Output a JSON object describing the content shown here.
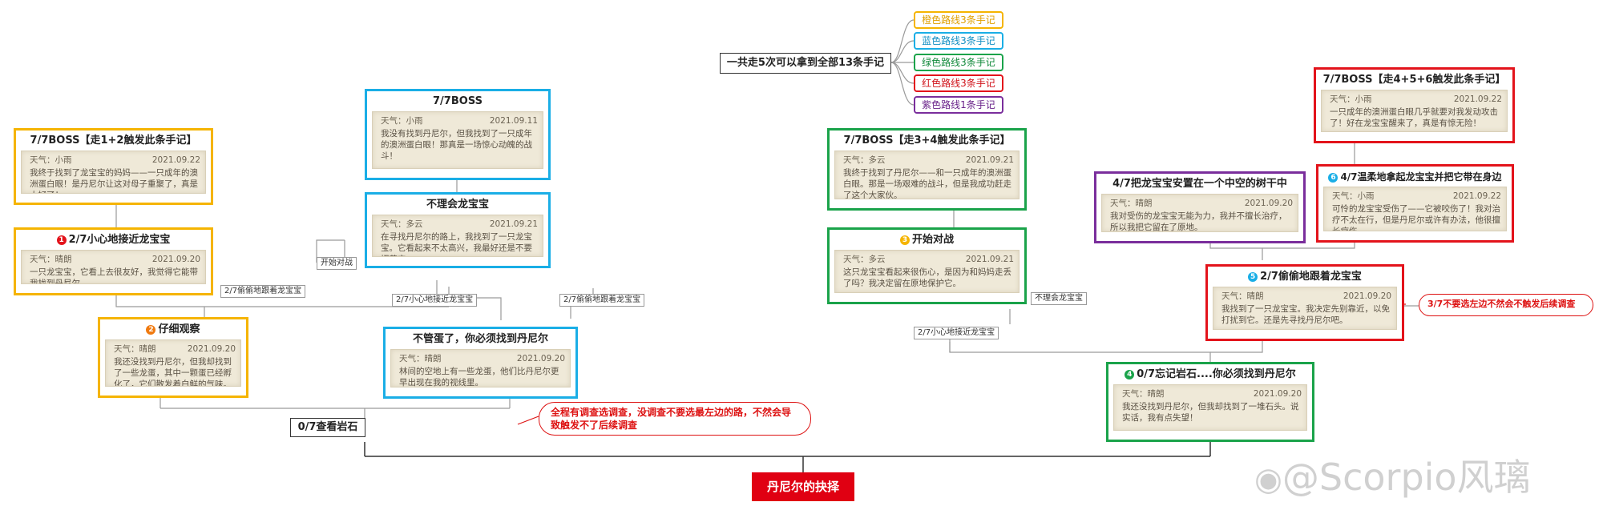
{
  "root": "丹尼尔的抉择",
  "summary": "一共走5次可以拿到全部13条手记",
  "legend": [
    {
      "text": "橙色路线3条手记",
      "color": "#f5b400"
    },
    {
      "text": "蓝色路线3条手记",
      "color": "#1aaee6"
    },
    {
      "text": "绿色路线3条手记",
      "color": "#1aa34a"
    },
    {
      "text": "红色路线3条手记",
      "color": "#e3131b"
    },
    {
      "text": "紫色路线1条手记",
      "color": "#7a2e9c"
    }
  ],
  "start": "0/7查看岩石",
  "callout_left": "全程有调查选调查，没调查不要选最左边的路，不然会导致触发不了后续调查",
  "callout_right": "3/7不要选左边不然会不触发后续调查",
  "nodes": {
    "orange_boss": {
      "title": "7/7BOSS【走1+2触发此条手记】",
      "weather": "天气：小雨",
      "date": "2021.09.22",
      "body": "我终于找到了龙宝宝的妈妈——一只成年的澳洲蛋白眼！是丹尼尔让这对母子重聚了，真是太好了！"
    },
    "orange_2": {
      "num": "1",
      "title": "2/7小心地接近龙宝宝",
      "weather": "天气：晴朗",
      "date": "2021.09.20",
      "body": "一只龙宝宝，它看上去很友好，我觉得它能带我找到丹尼尔。"
    },
    "orange_1": {
      "num": "2",
      "title": "仔细观察",
      "weather": "天气：晴朗",
      "date": "2021.09.20",
      "body": "我还没找到丹尼尔，但我却找到了一些龙蛋，其中一颗蛋已经孵化了，它们散发着白鲜的气味。"
    },
    "blue_boss": {
      "title": "7/7BOSS",
      "weather": "天气：小雨",
      "date": "2021.09.11",
      "body": "我没有找到丹尼尔，但我找到了一只成年的澳洲蛋白眼！那真是一场惊心动魄的战斗！"
    },
    "blue_2": {
      "title": "不理会龙宝宝",
      "weather": "天气：多云",
      "date": "2021.09.21",
      "body": "在寻找丹尼尔的路上，我找到了一只龙宝宝。它看起来不太高兴，我最好还是不要招惹它。"
    },
    "blue_1": {
      "title": "不管蛋了，你必须找到丹尼尔",
      "weather": "天气：晴朗",
      "date": "2021.09.20",
      "body": "林间的空地上有一些龙蛋，他们比丹尼尔更早出现在我的视线里。"
    },
    "green_boss": {
      "title": "7/7BOSS【走3+4触发此条手记】",
      "weather": "天气：多云",
      "date": "2021.09.21",
      "body": "我终于找到了丹尼尔——和一只成年的澳洲蛋白眼。那是一场艰难的战斗，但是我成功赶走了这个大家伙。"
    },
    "green_1": {
      "num": "3",
      "title": "开始对战",
      "weather": "天气：多云",
      "date": "2021.09.21",
      "body": "这只龙宝宝看起来很伤心，是因为和妈妈走丢了吗？我决定留在原地保护它。"
    },
    "red_boss": {
      "title": "7/7BOSS【走4+5+6触发此条手记】",
      "weather": "天气：小雨",
      "date": "2021.09.22",
      "body": "一只成年的澳洲蛋白眼几乎就要对我发动攻击了！好在龙宝宝醒来了，真是有惊无险！"
    },
    "red_4": {
      "num": "6",
      "title": "4/7温柔地拿起龙宝宝并把它带在身边",
      "weather": "天气：小雨",
      "date": "2021.09.22",
      "body": "可怜的龙宝宝受伤了——它被咬伤了！我对治疗不太在行，但是丹尼尔或许有办法，他很擅长疗伤。"
    },
    "purple_4": {
      "title": "4/7把龙宝宝安置在一个中空的树干中",
      "weather": "天气：晴朗",
      "date": "2021.09.20",
      "body": "我对受伤的龙宝宝无能为力，我并不擅长治疗，所以我把它留在了原地。"
    },
    "red_2": {
      "num": "5",
      "title": "2/7偷偷地跟着龙宝宝",
      "weather": "天气：晴朗",
      "date": "2021.09.20",
      "body": "我找到了一只龙宝宝。我决定先别靠近，以免打扰到它。还是先寻找丹尼尔吧。"
    },
    "green_0": {
      "num": "4",
      "title": "0/7忘记岩石....你必须找到丹尼尔",
      "weather": "天气：晴朗",
      "date": "2021.09.20",
      "body": "我还没找到丹尼尔，但我却找到了一堆石头。说实话，我有点失望！"
    }
  },
  "labels": {
    "kaishi": "开始对战",
    "toutou_left": "2/7偷偷地跟着龙宝宝",
    "xiaoxin_mid": "2/7小心地接近龙宝宝",
    "toutou_mid": "2/7偷偷地跟着龙宝宝",
    "buli": "不理会龙宝宝",
    "xiaoxin_right": "2/7小心地接近龙宝宝"
  },
  "watermark": "@Scorpio风璃"
}
